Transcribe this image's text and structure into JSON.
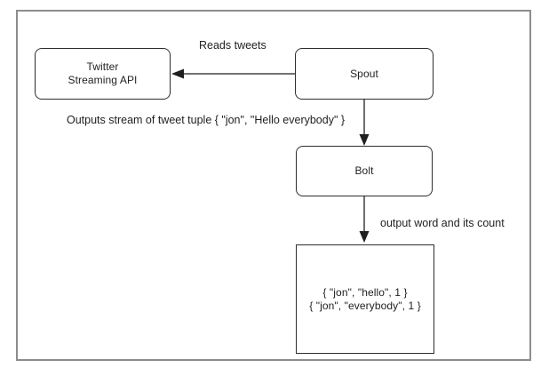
{
  "colors": {
    "background": "#ffffff",
    "frame_border": "#8d8d8d",
    "ink": "#1f1f1f",
    "box_border": "#2d2d2d"
  },
  "nodes": {
    "twitter": {
      "line1": "Twitter",
      "line2": "Streaming API"
    },
    "spout": {
      "label": "Spout"
    },
    "bolt": {
      "label": "Bolt"
    },
    "output": {
      "line1": "{ \"jon\", \"hello\", 1 }",
      "line2": "{ \"jon\", \"everybody\", 1 }"
    }
  },
  "edges": {
    "spout_to_twitter": {
      "label": "Reads tweets"
    },
    "spout_to_bolt": {
      "label": "Outputs stream of tweet tuple { \"jon\", \"Hello everybody\" }"
    },
    "bolt_to_output": {
      "label": "output word and its count"
    }
  }
}
